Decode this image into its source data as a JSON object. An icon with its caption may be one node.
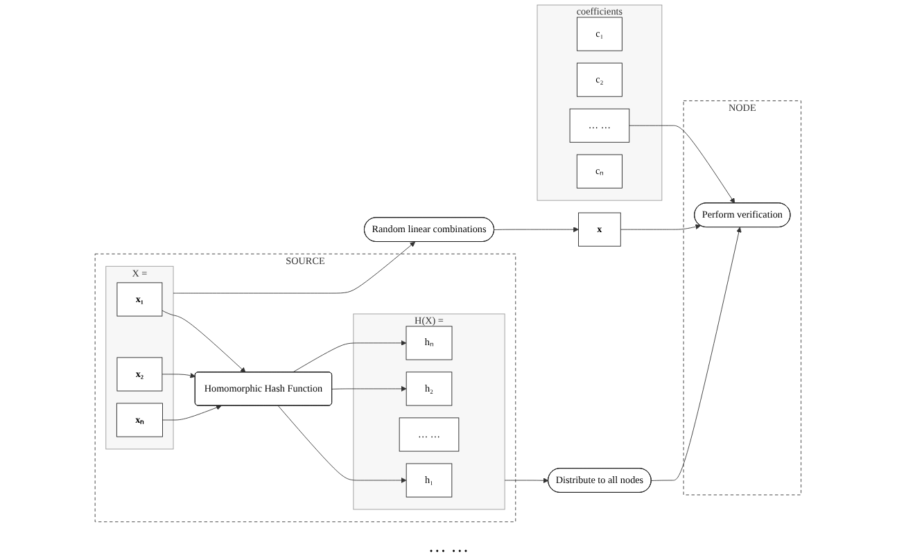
{
  "diagram": {
    "nodes": [
      {
        "text": [
          "SOURCE"
        ]
      },
      {
        "text": [
          "X ="
        ],
        "in": 0
      },
      {
        "text": [
          "x₁"
        ],
        "in": 1
      },
      {
        "text": [
          "x₂"
        ],
        "in": 1
      },
      {
        "text": [
          "xₙ"
        ],
        "in": 1
      },
      {
        "text": [
          "Homomorphic Hash Function"
        ],
        "in": 0
      },
      {
        "text": [
          "H(X) ="
        ],
        "in": 0
      },
      {
        "text": [
          "h₁"
        ],
        "in": 6
      },
      {
        "text": [
          "h₂"
        ],
        "in": 6
      },
      {
        "text": [
          "… …"
        ],
        "in": 6
      },
      {
        "text": [
          "hₙ"
        ],
        "in": 6
      },
      {
        "text": [
          "Random linear combinations"
        ]
      },
      {
        "text": [
          "x"
        ]
      },
      {
        "text": [
          "coefficients"
        ]
      },
      {
        "text": [
          "c₁"
        ],
        "in": 13
      },
      {
        "text": [
          "c₂"
        ],
        "in": 13
      },
      {
        "text": [
          "… …"
        ],
        "in": 13
      },
      {
        "text": [
          "cₙ"
        ],
        "in": 13
      },
      {
        "text": [
          "Distribute to all nodes"
        ]
      },
      {
        "text": [
          "NODE"
        ]
      },
      {
        "text": [
          "Perform verification"
        ],
        "in": 19
      }
    ],
    "edges": [
      {
        "from": 1,
        "to": 11,
        "arrow": "to"
      },
      {
        "from": 11,
        "to": 12,
        "arrow": "to"
      },
      {
        "from": 2,
        "to": 5,
        "arrow": "to"
      },
      {
        "from": 3,
        "to": 5,
        "arrow": "to"
      },
      {
        "from": 4,
        "to": 5,
        "arrow": "to"
      },
      {
        "from": 5,
        "to": 7,
        "arrow": "to"
      },
      {
        "from": 5,
        "to": 8,
        "arrow": "to"
      },
      {
        "from": 5,
        "to": 10,
        "arrow": "to"
      },
      {
        "from": 6,
        "to": 18,
        "arrow": "to"
      },
      {
        "from": 18,
        "to": 20,
        "arrow": "to"
      },
      {
        "from": 12,
        "to": 20,
        "arrow": "to"
      },
      {
        "from": 16,
        "to": 20,
        "arrow": "to"
      }
    ],
    "labels": [
      "… …"
    ]
  }
}
